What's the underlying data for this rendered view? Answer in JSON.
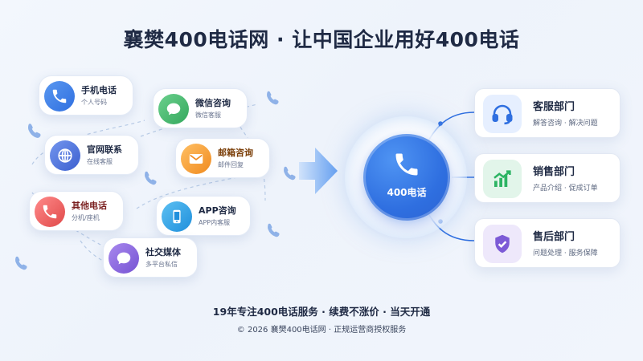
{
  "header": {
    "title": "襄樊400电话网 · 让中国企业用好400电话"
  },
  "channels": [
    {
      "title": "手机电话",
      "subtitle": "个人号码",
      "icon": "phone-icon",
      "color": "#3a7be6"
    },
    {
      "title": "微信咨询",
      "subtitle": "微信客服",
      "icon": "chat-icon",
      "color": "#3fb36a"
    },
    {
      "title": "官网联系",
      "subtitle": "在线客服",
      "icon": "globe-icon",
      "color": "#4b6fd8"
    },
    {
      "title": "邮箱咨询",
      "subtitle": "邮件回复",
      "icon": "mail-icon",
      "color": "#f29a30"
    },
    {
      "title": "其他电话",
      "subtitle": "分机/座机",
      "icon": "phone-icon",
      "color": "#e85a5a"
    },
    {
      "title": "APP咨询",
      "subtitle": "APP内客服",
      "icon": "mobile-icon",
      "color": "#2fa3e6"
    },
    {
      "title": "社交媒体",
      "subtitle": "多平台私信",
      "icon": "chat-bubble-icon",
      "color": "#8a63dc"
    }
  ],
  "hub": {
    "label": "400电话",
    "icon": "phone-icon",
    "color": "#2f6fe0"
  },
  "departments": [
    {
      "title": "客服部门",
      "subtitle": "解答咨询 · 解决问题",
      "icon": "headset-icon",
      "color": "#2f6fe0"
    },
    {
      "title": "销售部门",
      "subtitle": "产品介绍 · 促成订单",
      "icon": "chart-up-icon",
      "color": "#2cb463"
    },
    {
      "title": "售后部门",
      "subtitle": "问题处理 · 服务保障",
      "icon": "shield-check-icon",
      "color": "#7c5ad6"
    }
  ],
  "footer": {
    "tagline": "19年专注400电话服务 · 续费不涨价 · 当天开通",
    "copyright": "© 2026 襄樊400电话网 · 正规运营商授权服务"
  }
}
